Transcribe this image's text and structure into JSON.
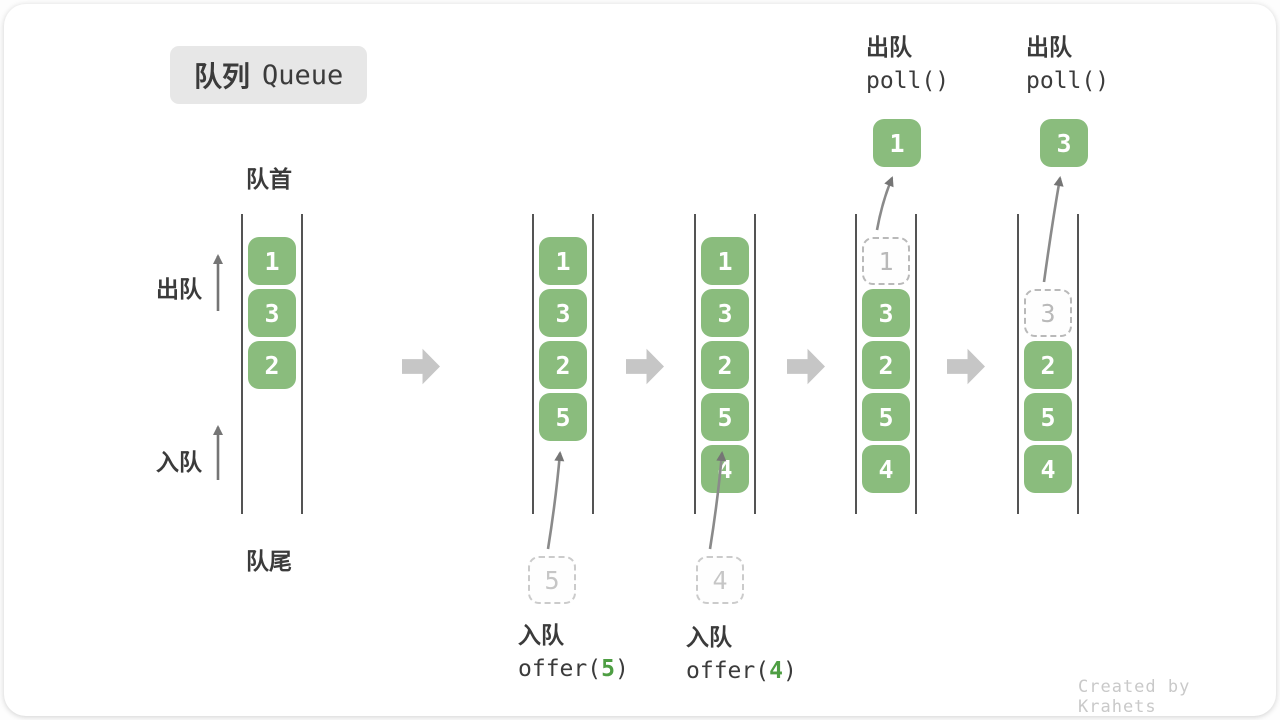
{
  "title": {
    "zh": "队列",
    "en": "Queue"
  },
  "rail": {
    "front_label": "队首",
    "rear_label": "队尾",
    "dequeue_label": "出队",
    "enqueue_label": "入队"
  },
  "watermark": "Created by Krahets",
  "colors": {
    "cell_green": "#8abc7d",
    "accent_green": "#4e9e43",
    "step_arrow_gray": "#c6c6c6",
    "wall_dark": "#545454",
    "text_dark": "#3b3b3b",
    "dashed_gray": "#b9b9b9",
    "title_bg": "#e7e7e7",
    "watermark_gray": "#c9c9c9"
  },
  "columns": [
    {
      "cells": [
        {
          "v": "1"
        },
        {
          "v": "3"
        },
        {
          "v": "2"
        }
      ]
    },
    {
      "cells": [
        {
          "v": "1"
        },
        {
          "v": "3"
        },
        {
          "v": "2"
        },
        {
          "v": "5"
        }
      ],
      "insert": {
        "value": "5",
        "action_label": "入队",
        "fn_open": "offer(",
        "arg": "5",
        "fn_close": ")"
      }
    },
    {
      "cells": [
        {
          "v": "1"
        },
        {
          "v": "3"
        },
        {
          "v": "2"
        },
        {
          "v": "5"
        },
        {
          "v": "4"
        }
      ],
      "insert": {
        "value": "4",
        "action_label": "入队",
        "fn_open": "offer(",
        "arg": "4",
        "fn_close": ")"
      }
    },
    {
      "cells": [
        {
          "v": "1",
          "removed": true
        },
        {
          "v": "3"
        },
        {
          "v": "2"
        },
        {
          "v": "5"
        },
        {
          "v": "4"
        }
      ],
      "pop": {
        "value": "1",
        "action_label": "出队",
        "fn": "poll()"
      }
    },
    {
      "cells": [
        {
          "v": "3",
          "removed": true
        },
        {
          "v": "2"
        },
        {
          "v": "5"
        },
        {
          "v": "4"
        }
      ],
      "pop": {
        "value": "3",
        "action_label": "出队",
        "fn": "poll()"
      }
    }
  ]
}
